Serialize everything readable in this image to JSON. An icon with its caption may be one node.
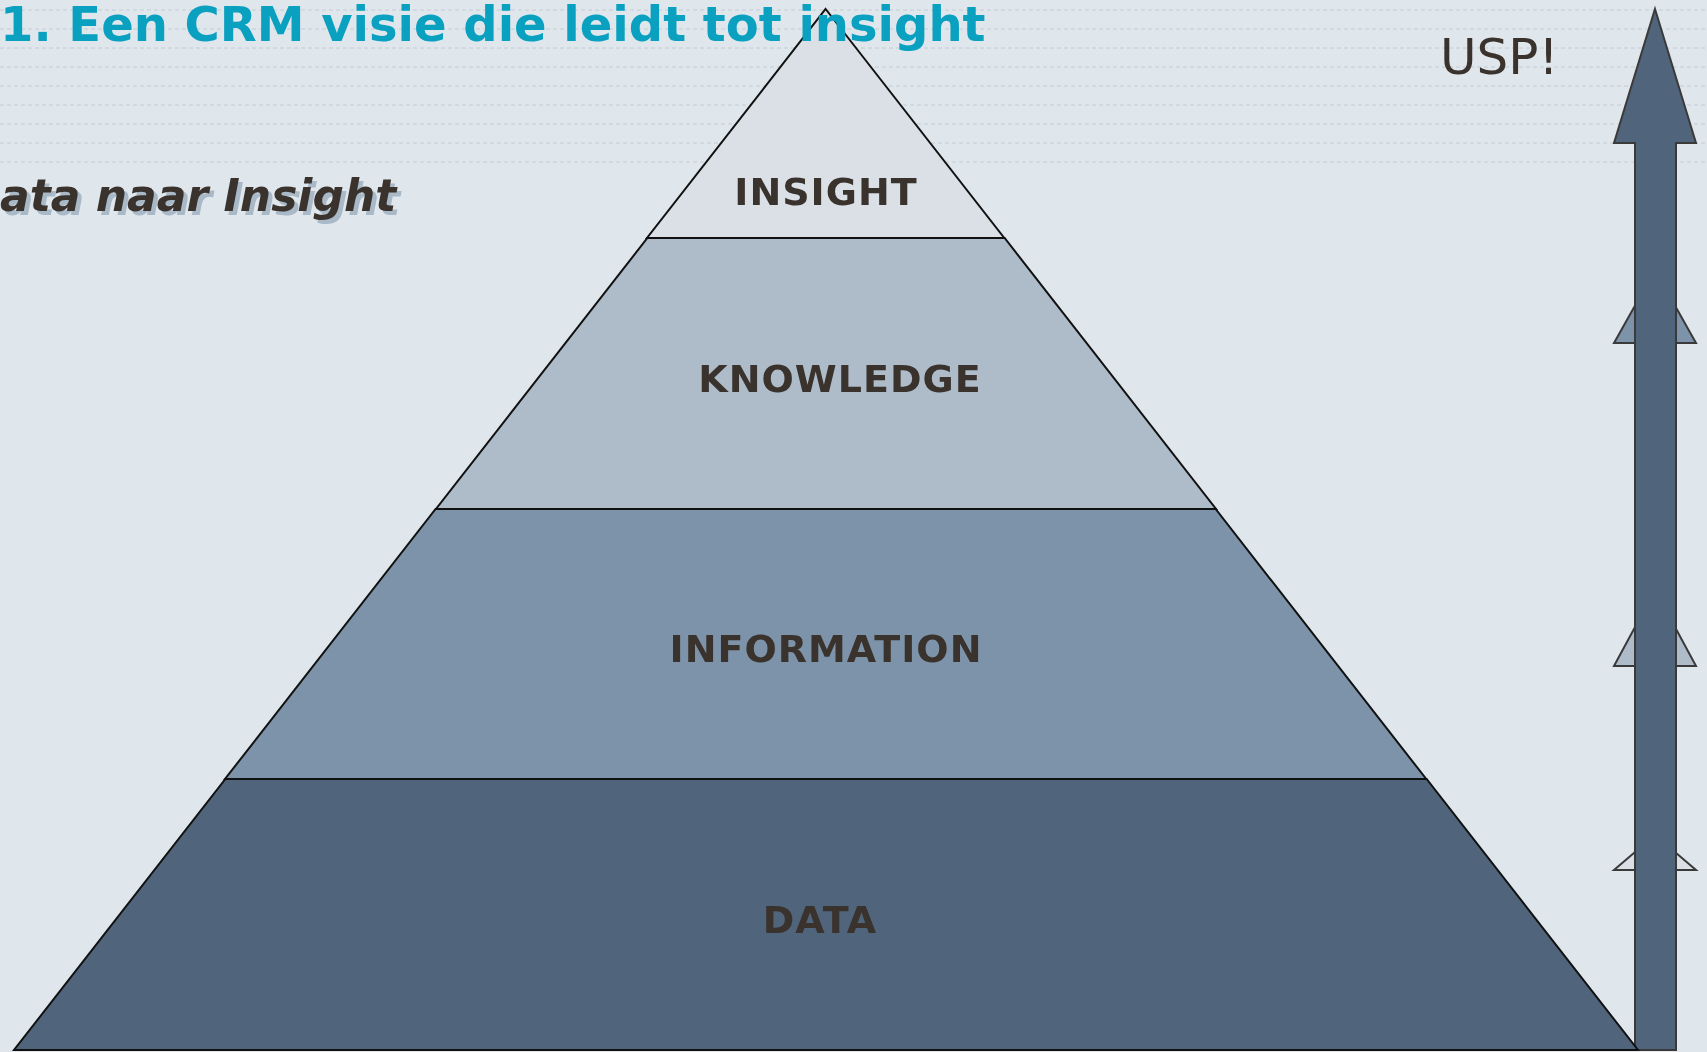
{
  "diagram": {
    "title": "1. Een CRM visie die leidt tot insight",
    "nodes": [
      {
        "text": [
          "INSIGHT"
        ]
      },
      {
        "text": [
          "KNOWLEDGE"
        ]
      },
      {
        "text": [
          "INFORMATION"
        ]
      },
      {
        "text": [
          "DATA"
        ]
      }
    ],
    "labels": [
      "ata naar Insight",
      "USP!"
    ]
  }
}
